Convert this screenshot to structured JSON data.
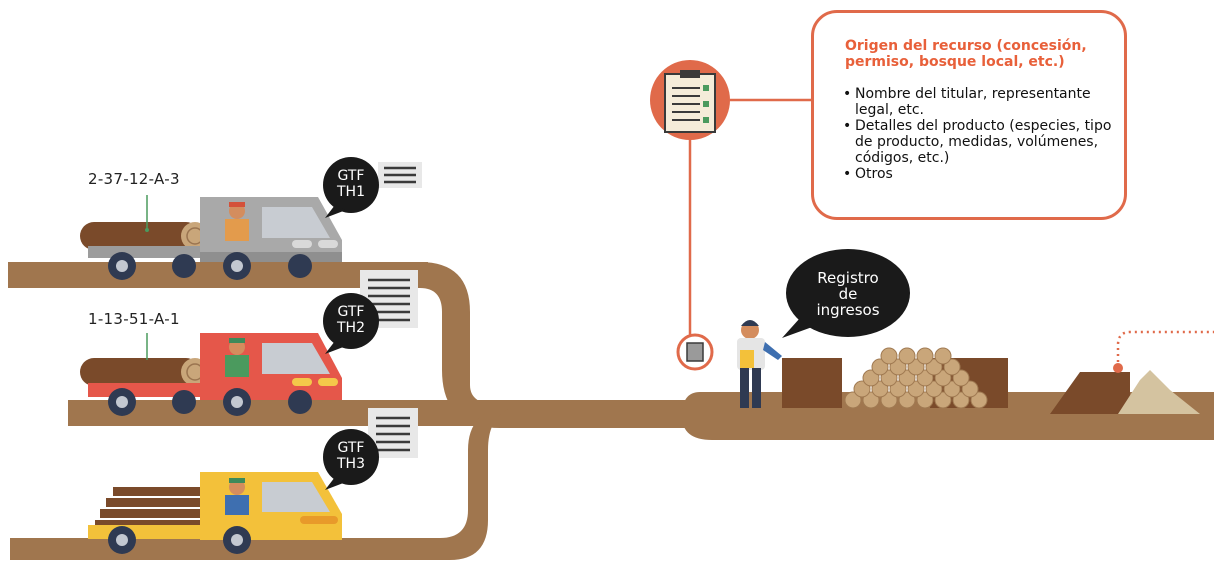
{
  "trucks": [
    {
      "code": "2-37-12-A-3",
      "doc_line1": "GTF",
      "doc_line2": "TH1",
      "color": "#a9a9a9"
    },
    {
      "code": "1-13-51-A-1",
      "doc_line1": "GTF",
      "doc_line2": "TH2",
      "color": "#e5574a"
    },
    {
      "code": "",
      "doc_line1": "GTF",
      "doc_line2": "TH3",
      "color": "#f3c13a"
    }
  ],
  "registry": {
    "label_line1": "Registro",
    "label_line2": "de",
    "label_line3": "ingresos"
  },
  "info": {
    "title": "Origen del recurso (concesión, permiso, bosque local, etc.)",
    "items": [
      "Nombre del titular, representante legal, etc.",
      "Detalles del producto (especies, tipo de producto, medidas, volúmenes, códigos, etc.)",
      "Otros"
    ]
  },
  "colors": {
    "road": "#a0764e",
    "accent": "#e06a4a",
    "log_dark": "#7a4a2a",
    "log_light": "#c9a67a",
    "bubble": "#1a1a1a"
  }
}
